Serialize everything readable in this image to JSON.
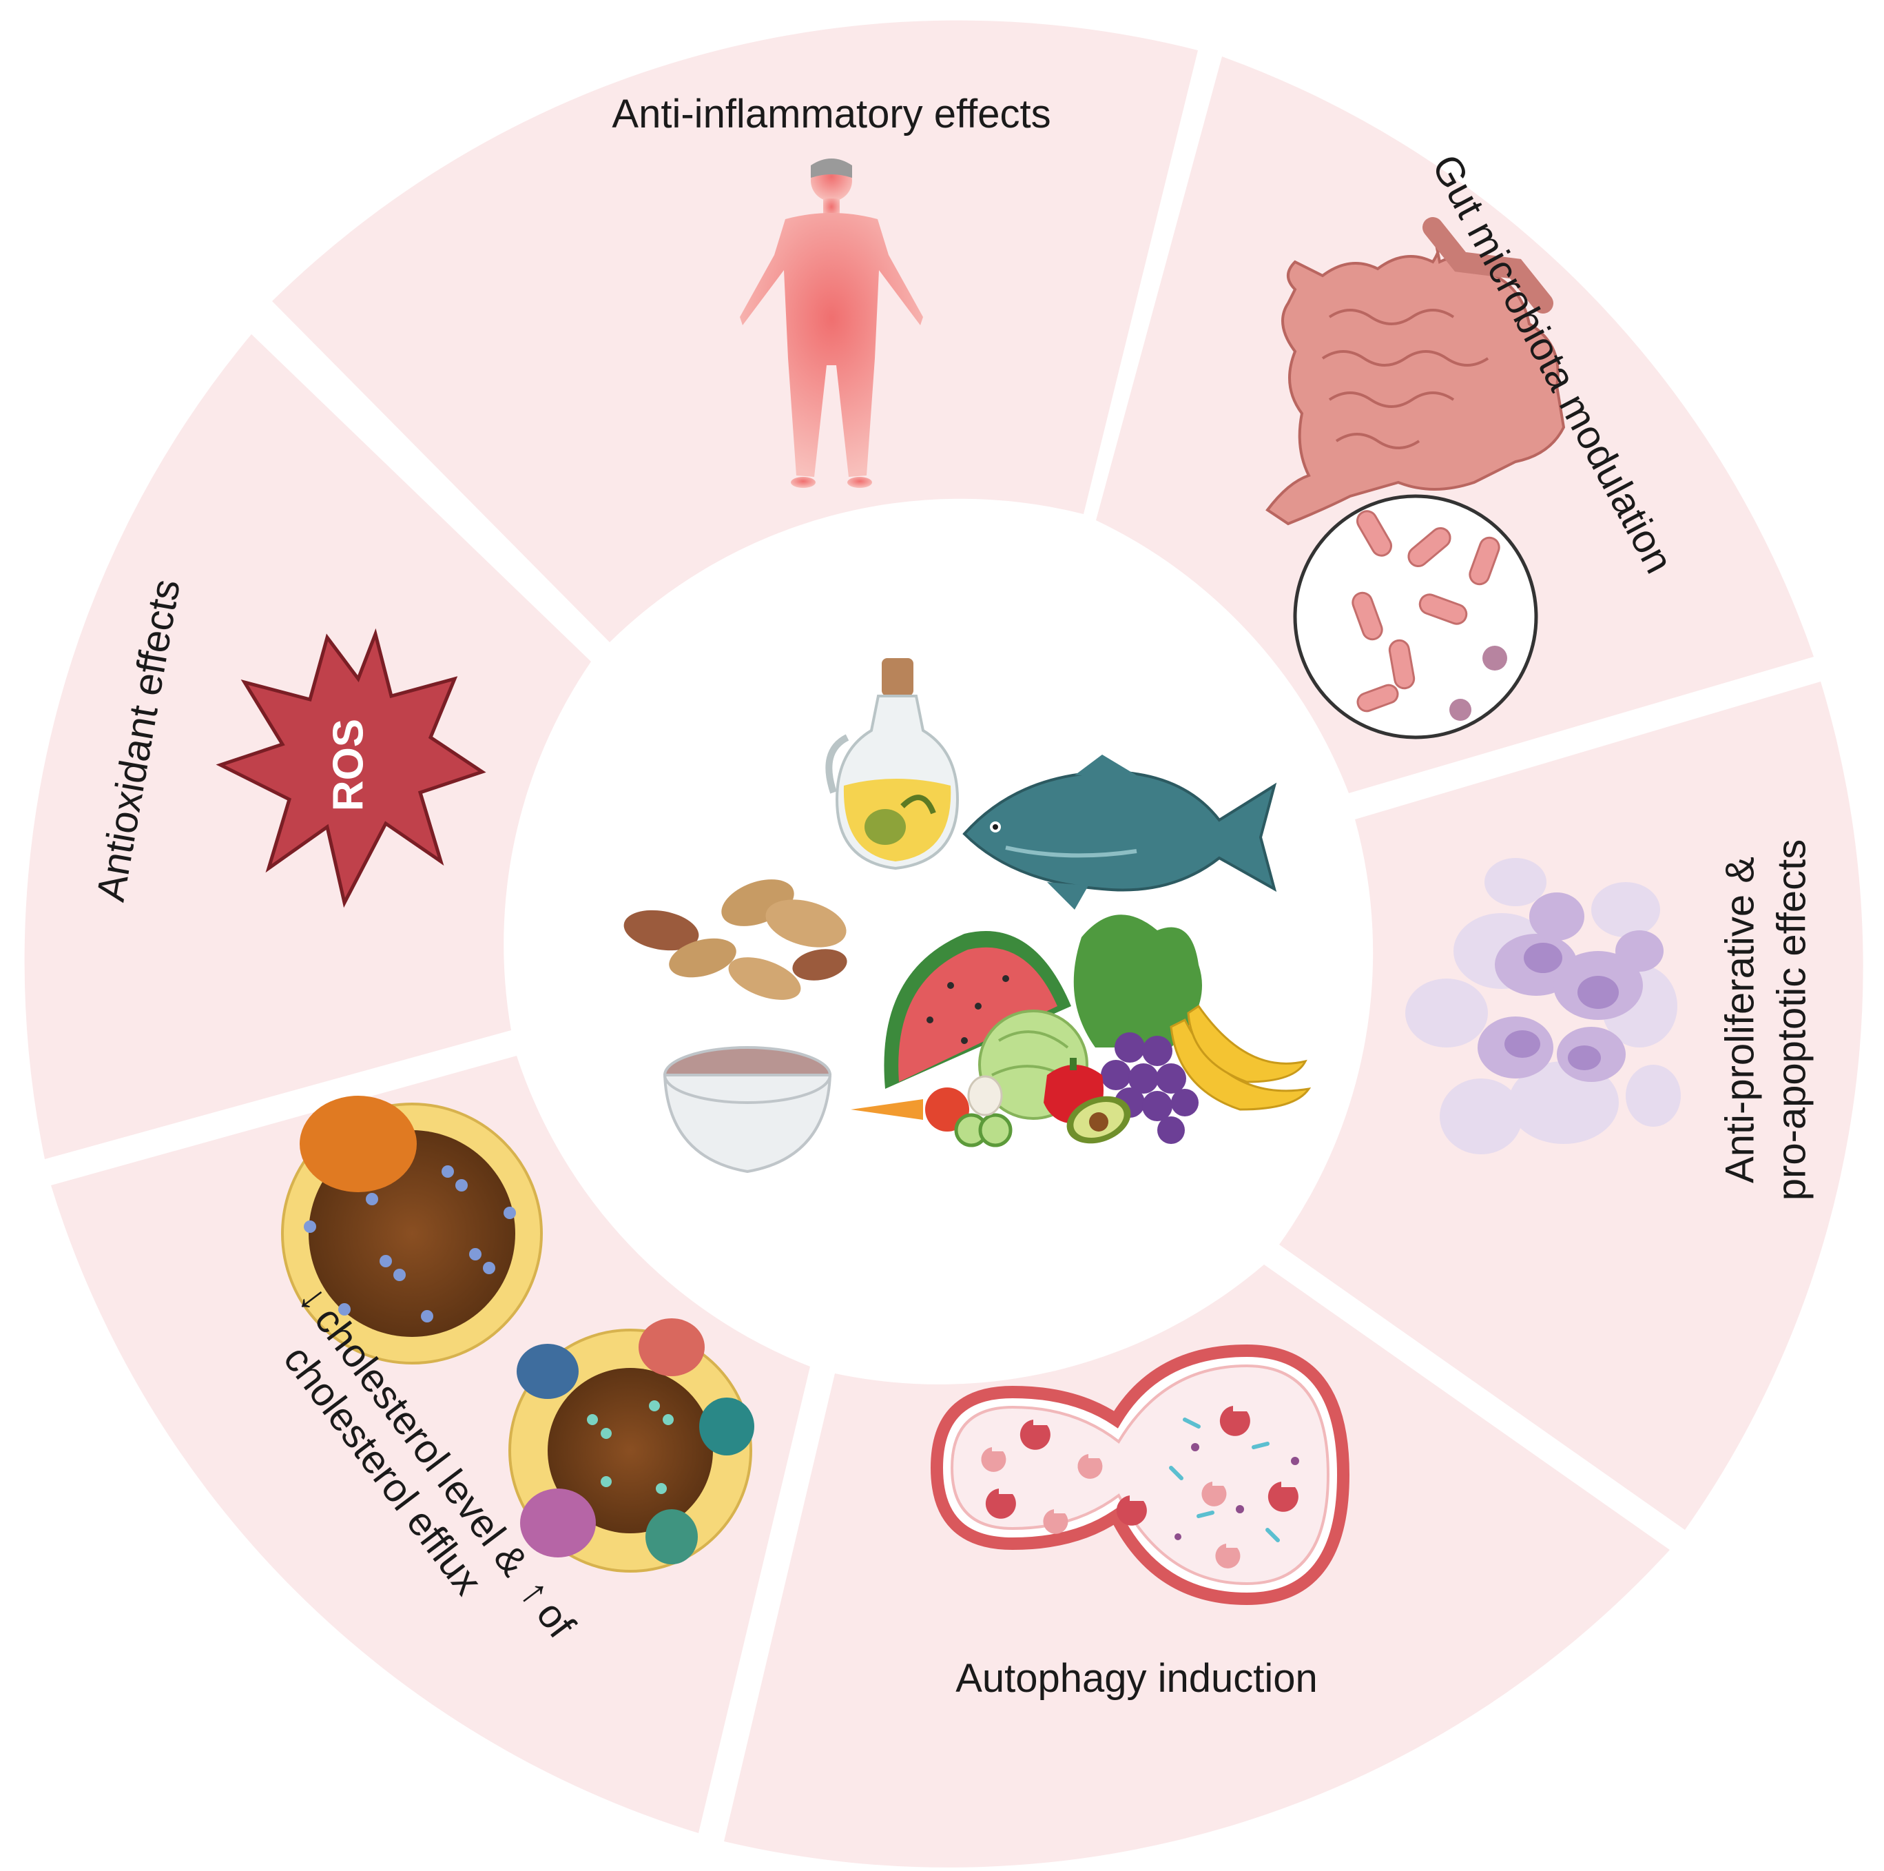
{
  "segments": {
    "anti_inflammatory": "Anti-inflammatory effects",
    "gut_microbiota": "Gut microbiota modulation",
    "anti_proliferative_line1": "Anti-proliferative &",
    "anti_proliferative_line2": "pro-apoptotic effects",
    "autophagy": "Autophagy induction",
    "cholesterol_line1": "cholesterol level &",
    "cholesterol_line1_end": "of",
    "cholesterol_line2": "cholesterol efflux",
    "antioxidant": "Antioxidant effects"
  },
  "ros_label": "ROS",
  "colors": {
    "segment_fill": "#fbe9ea",
    "ros_fill": "#c0414b",
    "human_fill": "#f49390",
    "fish_fill": "#3f7d86"
  }
}
